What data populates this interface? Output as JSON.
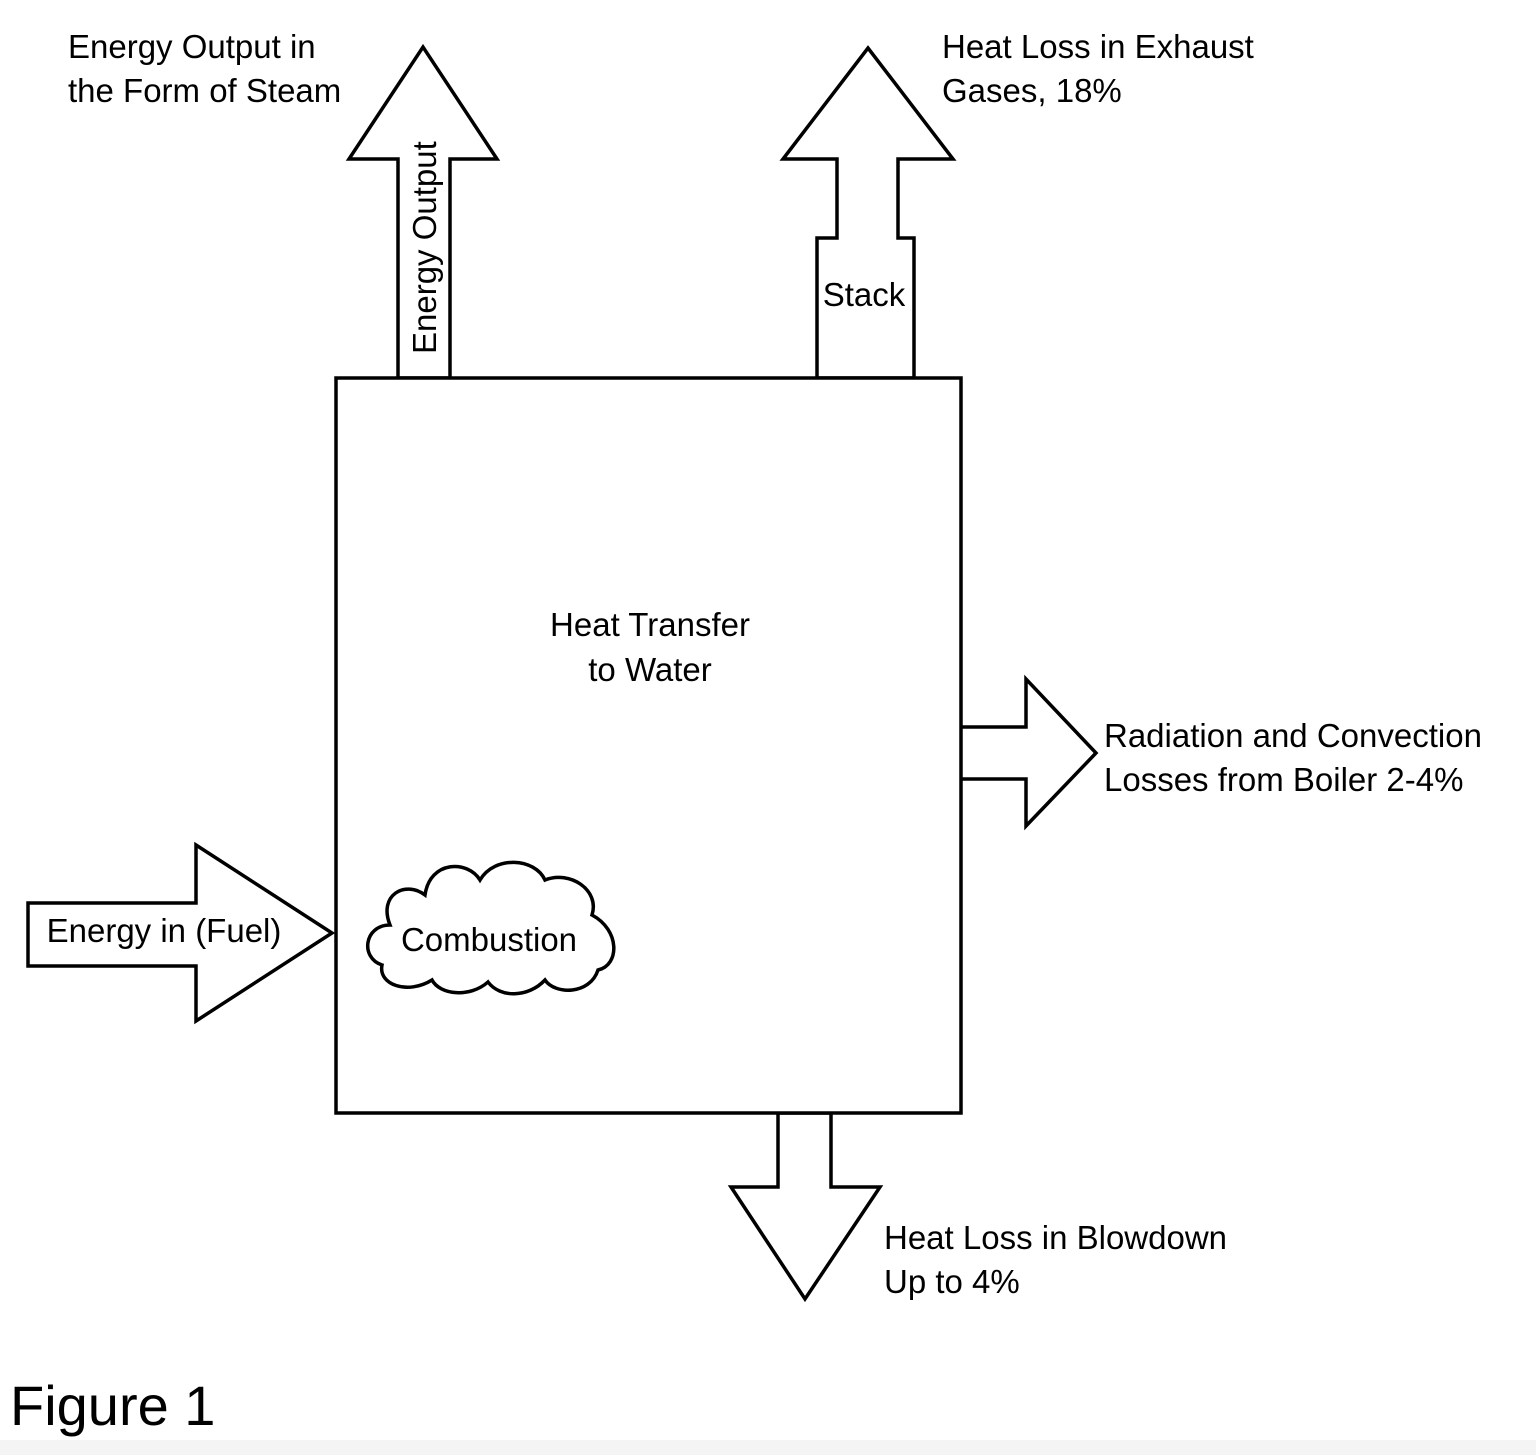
{
  "boiler": {
    "label_lines": [
      "Heat Transfer",
      "to Water"
    ],
    "combustion_label": "Combustion"
  },
  "arrows": {
    "steam": {
      "inner_label": "Energy Output",
      "caption_lines": [
        "Energy Output in",
        "the Form of Steam"
      ]
    },
    "stack": {
      "inner_label": "Stack",
      "caption_lines": [
        "Heat Loss in Exhaust",
        "Gases, 18%"
      ]
    },
    "fuel": {
      "inner_label": "Energy in (Fuel)"
    },
    "radiation": {
      "caption_lines": [
        "Radiation and Convection",
        "Losses from Boiler 2-4%"
      ]
    },
    "blowdown": {
      "caption_lines": [
        "Heat Loss in Blowdown",
        "Up to 4%"
      ]
    }
  },
  "figure_caption": "Figure 1"
}
